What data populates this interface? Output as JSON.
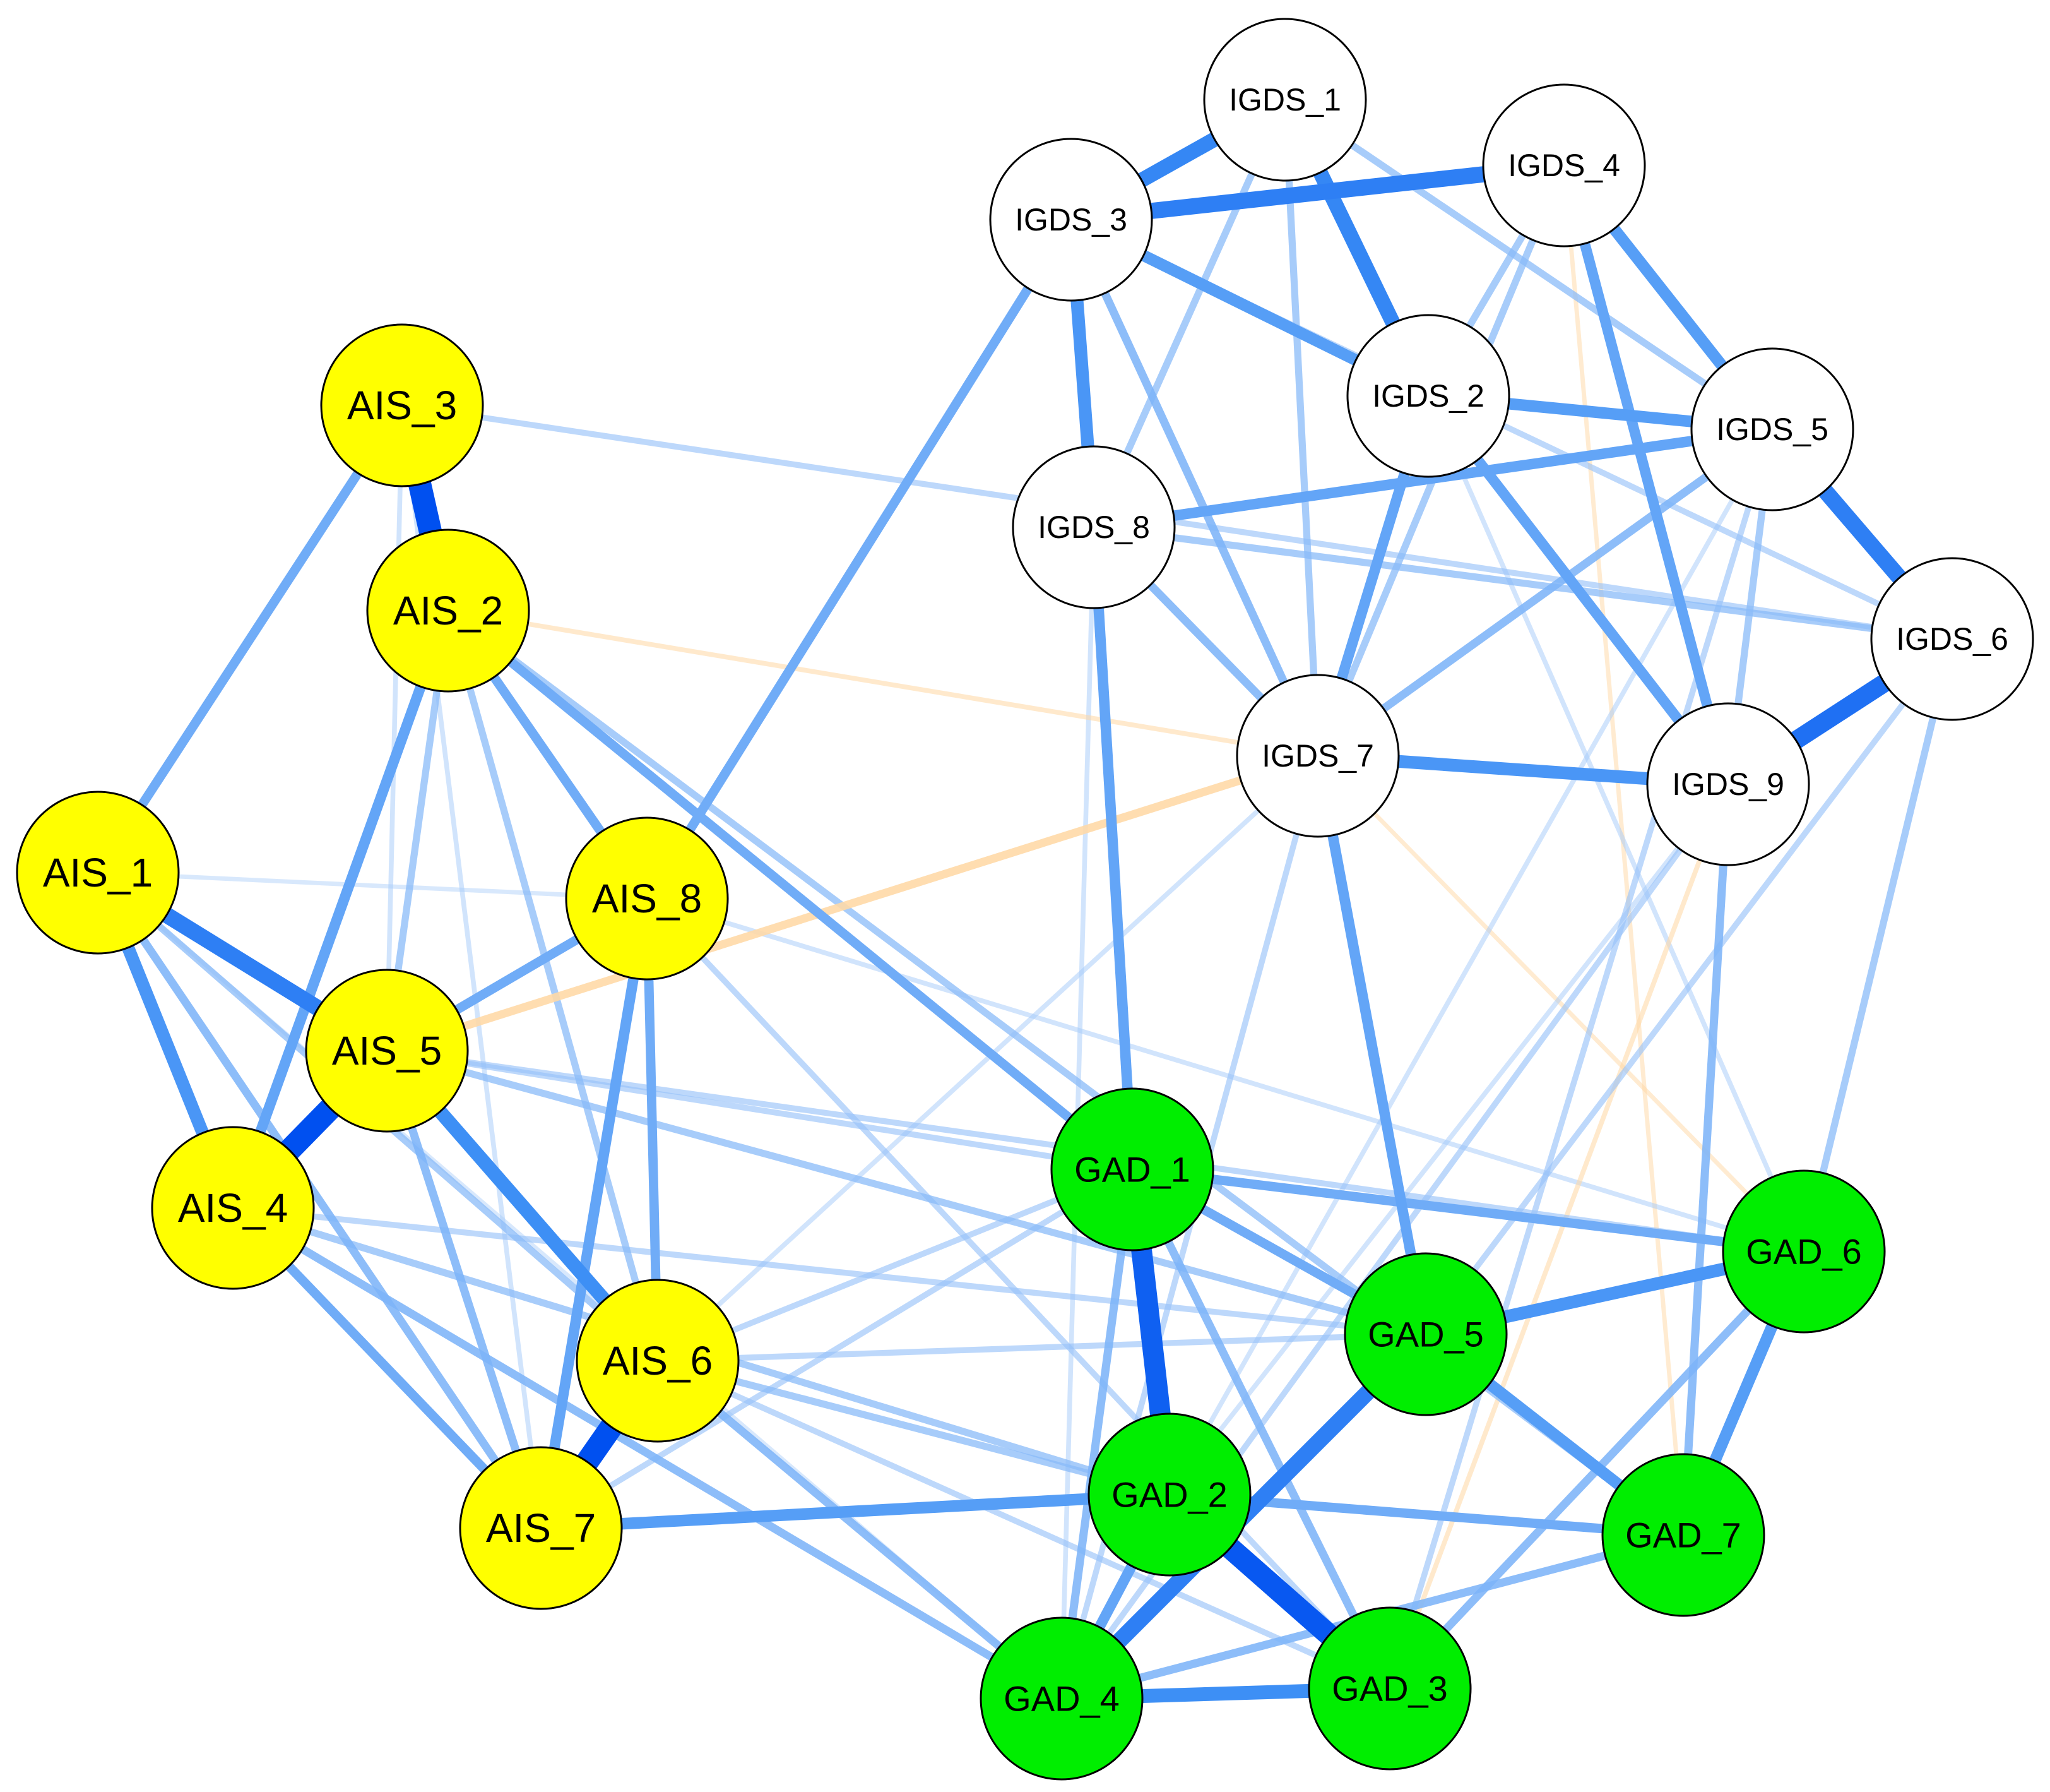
{
  "colors": {
    "background": "#ffffff",
    "node_stroke": "#000000",
    "positive_edge_strong": "#0050f0",
    "positive_edge_mid": "#3d8ff5",
    "positive_edge_weak": "#bcd8fa",
    "negative_edge": "#ffd9a6"
  },
  "groups": [
    {
      "name": "AIS",
      "color": "#ffff00"
    },
    {
      "name": "IGDS",
      "color": "#ffffff"
    },
    {
      "name": "GAD",
      "color": "#00ee00"
    }
  ],
  "nodes": [
    {
      "id": "AIS_1",
      "label": "AIS_1",
      "group": "AIS"
    },
    {
      "id": "AIS_2",
      "label": "AIS_2",
      "group": "AIS"
    },
    {
      "id": "AIS_3",
      "label": "AIS_3",
      "group": "AIS"
    },
    {
      "id": "AIS_4",
      "label": "AIS_4",
      "group": "AIS"
    },
    {
      "id": "AIS_5",
      "label": "AIS_5",
      "group": "AIS"
    },
    {
      "id": "AIS_6",
      "label": "AIS_6",
      "group": "AIS"
    },
    {
      "id": "AIS_7",
      "label": "AIS_7",
      "group": "AIS"
    },
    {
      "id": "AIS_8",
      "label": "AIS_8",
      "group": "AIS"
    },
    {
      "id": "IGDS_1",
      "label": "IGDS_1",
      "group": "IGDS"
    },
    {
      "id": "IGDS_2",
      "label": "IGDS_2",
      "group": "IGDS"
    },
    {
      "id": "IGDS_3",
      "label": "IGDS_3",
      "group": "IGDS"
    },
    {
      "id": "IGDS_4",
      "label": "IGDS_4",
      "group": "IGDS"
    },
    {
      "id": "IGDS_5",
      "label": "IGDS_5",
      "group": "IGDS"
    },
    {
      "id": "IGDS_6",
      "label": "IGDS_6",
      "group": "IGDS"
    },
    {
      "id": "IGDS_7",
      "label": "IGDS_7",
      "group": "IGDS"
    },
    {
      "id": "IGDS_8",
      "label": "IGDS_8",
      "group": "IGDS"
    },
    {
      "id": "IGDS_9",
      "label": "IGDS_9",
      "group": "IGDS"
    },
    {
      "id": "GAD_1",
      "label": "GAD_1",
      "group": "GAD"
    },
    {
      "id": "GAD_2",
      "label": "GAD_2",
      "group": "GAD"
    },
    {
      "id": "GAD_3",
      "label": "GAD_3",
      "group": "GAD"
    },
    {
      "id": "GAD_4",
      "label": "GAD_4",
      "group": "GAD"
    },
    {
      "id": "GAD_5",
      "label": "GAD_5",
      "group": "GAD"
    },
    {
      "id": "GAD_6",
      "label": "GAD_6",
      "group": "GAD"
    },
    {
      "id": "GAD_7",
      "label": "GAD_7",
      "group": "GAD"
    }
  ],
  "edges": [
    {
      "source": "AIS_3",
      "target": "AIS_2",
      "weight": 0.9,
      "sign": "positive"
    },
    {
      "source": "AIS_4",
      "target": "AIS_5",
      "weight": 0.9,
      "sign": "positive"
    },
    {
      "source": "AIS_6",
      "target": "AIS_7",
      "weight": 0.9,
      "sign": "positive"
    },
    {
      "source": "GAD_2",
      "target": "GAD_3",
      "weight": 0.85,
      "sign": "positive"
    },
    {
      "source": "GAD_1",
      "target": "GAD_2",
      "weight": 0.8,
      "sign": "positive"
    },
    {
      "source": "IGDS_9",
      "target": "IGDS_6",
      "weight": 0.7,
      "sign": "positive"
    },
    {
      "source": "AIS_1",
      "target": "AIS_5",
      "weight": 0.6,
      "sign": "positive"
    },
    {
      "source": "IGDS_3",
      "target": "IGDS_4",
      "weight": 0.6,
      "sign": "positive"
    },
    {
      "source": "GAD_4",
      "target": "GAD_5",
      "weight": 0.6,
      "sign": "positive"
    },
    {
      "source": "IGDS_5",
      "target": "IGDS_6",
      "weight": 0.6,
      "sign": "positive"
    },
    {
      "source": "IGDS_1",
      "target": "IGDS_3",
      "weight": 0.55,
      "sign": "positive"
    },
    {
      "source": "IGDS_1",
      "target": "IGDS_2",
      "weight": 0.55,
      "sign": "positive"
    },
    {
      "source": "AIS_5",
      "target": "AIS_6",
      "weight": 0.5,
      "sign": "positive"
    },
    {
      "source": "GAD_4",
      "target": "GAD_3",
      "weight": 0.5,
      "sign": "positive"
    },
    {
      "source": "AIS_1",
      "target": "AIS_4",
      "weight": 0.45,
      "sign": "positive"
    },
    {
      "source": "IGDS_7",
      "target": "IGDS_9",
      "weight": 0.45,
      "sign": "positive"
    },
    {
      "source": "GAD_5",
      "target": "GAD_6",
      "weight": 0.45,
      "sign": "positive"
    },
    {
      "source": "IGDS_3",
      "target": "IGDS_8",
      "weight": 0.45,
      "sign": "positive"
    },
    {
      "source": "AIS_7",
      "target": "GAD_2",
      "weight": 0.4,
      "sign": "positive"
    },
    {
      "source": "GAD_6",
      "target": "GAD_7",
      "weight": 0.4,
      "sign": "positive"
    },
    {
      "source": "GAD_5",
      "target": "GAD_7",
      "weight": 0.4,
      "sign": "positive"
    },
    {
      "source": "IGDS_4",
      "target": "IGDS_5",
      "weight": 0.4,
      "sign": "positive"
    },
    {
      "source": "IGDS_3",
      "target": "IGDS_2",
      "weight": 0.4,
      "sign": "positive"
    },
    {
      "source": "IGDS_2",
      "target": "IGDS_5",
      "weight": 0.4,
      "sign": "positive"
    },
    {
      "source": "IGDS_8",
      "target": "IGDS_5",
      "weight": 0.35,
      "sign": "positive"
    },
    {
      "source": "IGDS_2",
      "target": "IGDS_7",
      "weight": 0.35,
      "sign": "positive"
    },
    {
      "source": "IGDS_2",
      "target": "IGDS_9",
      "weight": 0.35,
      "sign": "positive"
    },
    {
      "source": "IGDS_4",
      "target": "IGDS_9",
      "weight": 0.35,
      "sign": "positive"
    },
    {
      "source": "IGDS_8",
      "target": "GAD_1",
      "weight": 0.35,
      "sign": "positive"
    },
    {
      "source": "IGDS_7",
      "target": "GAD_5",
      "weight": 0.35,
      "sign": "positive"
    },
    {
      "source": "AIS_2",
      "target": "AIS_4",
      "weight": 0.35,
      "sign": "positive"
    },
    {
      "source": "AIS_8",
      "target": "AIS_7",
      "weight": 0.35,
      "sign": "positive"
    },
    {
      "source": "GAD_2",
      "target": "GAD_4",
      "weight": 0.35,
      "sign": "positive"
    },
    {
      "source": "GAD_2",
      "target": "GAD_7",
      "weight": 0.3,
      "sign": "positive"
    },
    {
      "source": "GAD_1",
      "target": "GAD_6",
      "weight": 0.3,
      "sign": "positive"
    },
    {
      "source": "GAD_1",
      "target": "GAD_5",
      "weight": 0.3,
      "sign": "positive"
    },
    {
      "source": "AIS_2",
      "target": "AIS_8",
      "weight": 0.3,
      "sign": "positive"
    },
    {
      "source": "AIS_2",
      "target": "GAD_1",
      "weight": 0.3,
      "sign": "positive"
    },
    {
      "source": "AIS_8",
      "target": "AIS_5",
      "weight": 0.3,
      "sign": "positive"
    },
    {
      "source": "AIS_8",
      "target": "AIS_6",
      "weight": 0.3,
      "sign": "positive"
    },
    {
      "source": "AIS_3",
      "target": "AIS_1",
      "weight": 0.3,
      "sign": "positive"
    },
    {
      "source": "AIS_8",
      "target": "IGDS_3",
      "weight": 0.3,
      "sign": "positive"
    },
    {
      "source": "AIS_4",
      "target": "AIS_7",
      "weight": 0.3,
      "sign": "positive"
    },
    {
      "source": "AIS_1",
      "target": "AIS_7",
      "weight": 0.25,
      "sign": "positive"
    },
    {
      "source": "AIS_5",
      "target": "AIS_7",
      "weight": 0.25,
      "sign": "positive"
    },
    {
      "source": "AIS_6",
      "target": "GAD_4",
      "weight": 0.25,
      "sign": "positive"
    },
    {
      "source": "AIS_4",
      "target": "GAD_4",
      "weight": 0.25,
      "sign": "positive"
    },
    {
      "source": "GAD_1",
      "target": "GAD_4",
      "weight": 0.25,
      "sign": "positive"
    },
    {
      "source": "GAD_1",
      "target": "GAD_3",
      "weight": 0.25,
      "sign": "positive"
    },
    {
      "source": "GAD_6",
      "target": "GAD_3",
      "weight": 0.25,
      "sign": "positive"
    },
    {
      "source": "GAD_7",
      "target": "GAD_4",
      "weight": 0.25,
      "sign": "positive"
    },
    {
      "source": "IGDS_3",
      "target": "IGDS_7",
      "weight": 0.25,
      "sign": "positive"
    },
    {
      "source": "IGDS_8",
      "target": "IGDS_7",
      "weight": 0.25,
      "sign": "positive"
    },
    {
      "source": "IGDS_5",
      "target": "IGDS_7",
      "weight": 0.25,
      "sign": "positive"
    },
    {
      "source": "IGDS_1",
      "target": "IGDS_5",
      "weight": 0.2,
      "sign": "positive"
    },
    {
      "source": "IGDS_1",
      "target": "IGDS_8",
      "weight": 0.2,
      "sign": "positive"
    },
    {
      "source": "IGDS_1",
      "target": "IGDS_7",
      "weight": 0.2,
      "sign": "positive"
    },
    {
      "source": "IGDS_4",
      "target": "IGDS_2",
      "weight": 0.2,
      "sign": "positive"
    },
    {
      "source": "IGDS_4",
      "target": "IGDS_7",
      "weight": 0.2,
      "sign": "positive"
    },
    {
      "source": "IGDS_8",
      "target": "IGDS_6",
      "weight": 0.2,
      "sign": "positive"
    },
    {
      "source": "IGDS_5",
      "target": "IGDS_9",
      "weight": 0.2,
      "sign": "positive"
    },
    {
      "source": "IGDS_3",
      "target": "IGDS_6",
      "weight": 0.15,
      "sign": "positive"
    },
    {
      "source": "IGDS_9",
      "target": "GAD_7",
      "weight": 0.25,
      "sign": "positive"
    },
    {
      "source": "IGDS_6",
      "target": "GAD_6",
      "weight": 0.2,
      "sign": "positive"
    },
    {
      "source": "IGDS_6",
      "target": "GAD_5",
      "weight": 0.15,
      "sign": "positive"
    },
    {
      "source": "IGDS_9",
      "target": "GAD_4",
      "weight": 0.15,
      "sign": "positive"
    },
    {
      "source": "IGDS_5",
      "target": "GAD_3",
      "weight": 0.15,
      "sign": "positive"
    },
    {
      "source": "AIS_3",
      "target": "IGDS_6",
      "weight": 0.15,
      "sign": "positive"
    },
    {
      "source": "AIS_2",
      "target": "GAD_7",
      "weight": 0.2,
      "sign": "positive"
    },
    {
      "source": "AIS_2",
      "target": "AIS_5",
      "weight": 0.2,
      "sign": "positive"
    },
    {
      "source": "AIS_2",
      "target": "AIS_6",
      "weight": 0.2,
      "sign": "positive"
    },
    {
      "source": "AIS_1",
      "target": "AIS_6",
      "weight": 0.2,
      "sign": "positive"
    },
    {
      "source": "AIS_5",
      "target": "GAD_5",
      "weight": 0.2,
      "sign": "positive"
    },
    {
      "source": "AIS_5",
      "target": "GAD_6",
      "weight": 0.15,
      "sign": "positive"
    },
    {
      "source": "AIS_5",
      "target": "GAD_1",
      "weight": 0.15,
      "sign": "positive"
    },
    {
      "source": "AIS_4",
      "target": "GAD_2",
      "weight": 0.2,
      "sign": "positive"
    },
    {
      "source": "AIS_4",
      "target": "GAD_5",
      "weight": 0.15,
      "sign": "positive"
    },
    {
      "source": "AIS_6",
      "target": "GAD_2",
      "weight": 0.2,
      "sign": "positive"
    },
    {
      "source": "AIS_6",
      "target": "GAD_1",
      "weight": 0.15,
      "sign": "positive"
    },
    {
      "source": "AIS_6",
      "target": "GAD_3",
      "weight": 0.15,
      "sign": "positive"
    },
    {
      "source": "AIS_6",
      "target": "GAD_5",
      "weight": 0.15,
      "sign": "positive"
    },
    {
      "source": "AIS_7",
      "target": "GAD_1",
      "weight": 0.15,
      "sign": "positive"
    },
    {
      "source": "AIS_8",
      "target": "GAD_3",
      "weight": 0.15,
      "sign": "positive"
    },
    {
      "source": "AIS_8",
      "target": "GAD_6",
      "weight": 0.1,
      "sign": "positive"
    },
    {
      "source": "AIS_3",
      "target": "AIS_5",
      "weight": 0.1,
      "sign": "positive"
    },
    {
      "source": "AIS_1",
      "target": "AIS_8",
      "weight": 0.08,
      "sign": "positive"
    },
    {
      "source": "AIS_1",
      "target": "GAD_4",
      "weight": 0.08,
      "sign": "positive"
    },
    {
      "source": "AIS_3",
      "target": "AIS_7",
      "weight": 0.1,
      "sign": "positive"
    },
    {
      "source": "IGDS_7",
      "target": "GAD_4",
      "weight": 0.15,
      "sign": "positive"
    },
    {
      "source": "IGDS_7",
      "target": "AIS_6",
      "weight": 0.1,
      "sign": "positive"
    },
    {
      "source": "IGDS_9",
      "target": "GAD_2",
      "weight": 0.1,
      "sign": "positive"
    },
    {
      "source": "IGDS_2",
      "target": "GAD_6",
      "weight": 0.1,
      "sign": "positive"
    },
    {
      "source": "IGDS_8",
      "target": "GAD_4",
      "weight": 0.1,
      "sign": "positive"
    },
    {
      "source": "IGDS_5",
      "target": "GAD_2",
      "weight": 0.1,
      "sign": "positive"
    },
    {
      "source": "AIS_5",
      "target": "IGDS_7",
      "weight": 0.25,
      "sign": "negative"
    },
    {
      "source": "AIS_2",
      "target": "IGDS_7",
      "weight": 0.1,
      "sign": "negative"
    },
    {
      "source": "IGDS_9",
      "target": "GAD_3",
      "weight": 0.1,
      "sign": "negative"
    },
    {
      "source": "IGDS_4",
      "target": "GAD_7",
      "weight": 0.08,
      "sign": "negative"
    },
    {
      "source": "IGDS_7",
      "target": "GAD_6",
      "weight": 0.08,
      "sign": "negative"
    }
  ]
}
